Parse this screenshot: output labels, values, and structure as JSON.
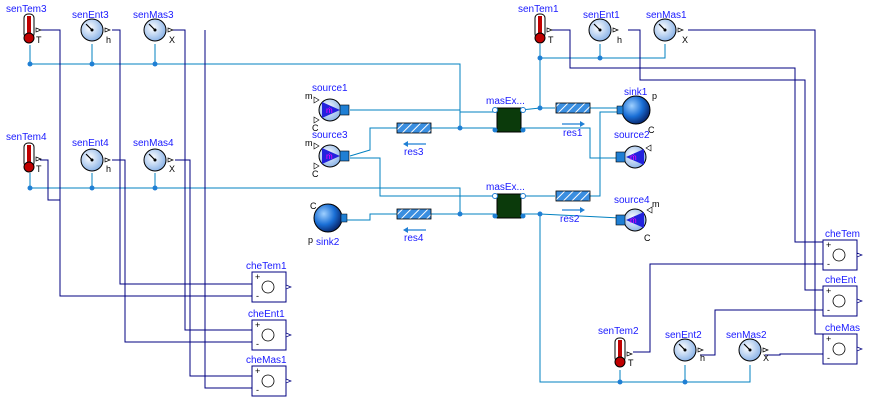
{
  "sensors": {
    "senTem3": {
      "label": "senTem3",
      "port": "T"
    },
    "senEnt3": {
      "label": "senEnt3",
      "port": "h"
    },
    "senMas3": {
      "label": "senMas3",
      "port": "X"
    },
    "senTem1": {
      "label": "senTem1",
      "port": "T"
    },
    "senEnt1": {
      "label": "senEnt1",
      "port": "h"
    },
    "senMas1": {
      "label": "senMas1",
      "port": "X"
    },
    "senTem4": {
      "label": "senTem4",
      "port": "T"
    },
    "senEnt4": {
      "label": "senEnt4",
      "port": "h"
    },
    "senMas4": {
      "label": "senMas4",
      "port": "X"
    },
    "senTem2": {
      "label": "senTem2",
      "port": "T"
    },
    "senEnt2": {
      "label": "senEnt2",
      "port": "h"
    },
    "senMas2": {
      "label": "senMas2",
      "port": "X"
    }
  },
  "sources": {
    "source1": {
      "label": "source1",
      "port_m": "m",
      "port_c": "C"
    },
    "source2": {
      "label": "source2"
    },
    "source3": {
      "label": "source3",
      "port_m": "m",
      "port_c": "C"
    },
    "source4": {
      "label": "source4",
      "port_m": "m",
      "port_c": "C"
    }
  },
  "sinks": {
    "sink1": {
      "label": "sink1",
      "port_p": "p",
      "port_c": "C"
    },
    "sink2": {
      "label": "sink2",
      "port_p": "p",
      "port_c": "C"
    }
  },
  "resistances": {
    "res1": "res1",
    "res2": "res2",
    "res3": "res3",
    "res4": "res4"
  },
  "exchangers": {
    "masEx1": "masEx...",
    "masEx2": "masEx..."
  },
  "checks": {
    "cheTem1": "cheTem1",
    "cheEnt1": "cheEnt1",
    "cheMas1": "cheMas1",
    "cheTem": "cheTem",
    "cheEnt": "cheEnt",
    "cheMas": "cheMas",
    "plus": "+",
    "minus": "-"
  },
  "colors": {
    "wire_fluid": "#0080c0",
    "wire_signal": "#000080",
    "label": "#1a1aff",
    "exchanger": "#0b3a0b",
    "sensor_tube": "#c00000"
  }
}
